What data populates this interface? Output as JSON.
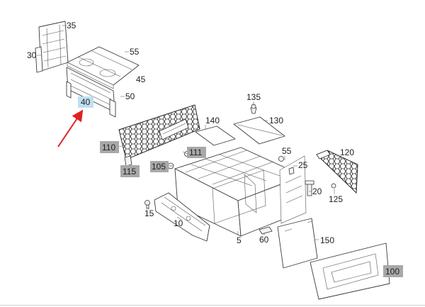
{
  "callouts": {
    "c35": "35",
    "c30": "30",
    "c55a": "55",
    "c45": "45",
    "c50": "50",
    "c40": "40",
    "c110": "110",
    "c115": "115",
    "c111": "111",
    "c105": "105",
    "c135": "135",
    "c140": "140",
    "c130": "130",
    "c55b": "55",
    "c120": "120",
    "c25": "25",
    "c20": "20",
    "c125": "125",
    "c15": "15",
    "c10": "10",
    "c5": "5",
    "c60": "60",
    "c150": "150",
    "c100": "100"
  },
  "colors": {
    "highlight_blue": "#bfe0f2",
    "highlight_grey": "#a8a8a8",
    "arrow_red": "#e02020"
  }
}
